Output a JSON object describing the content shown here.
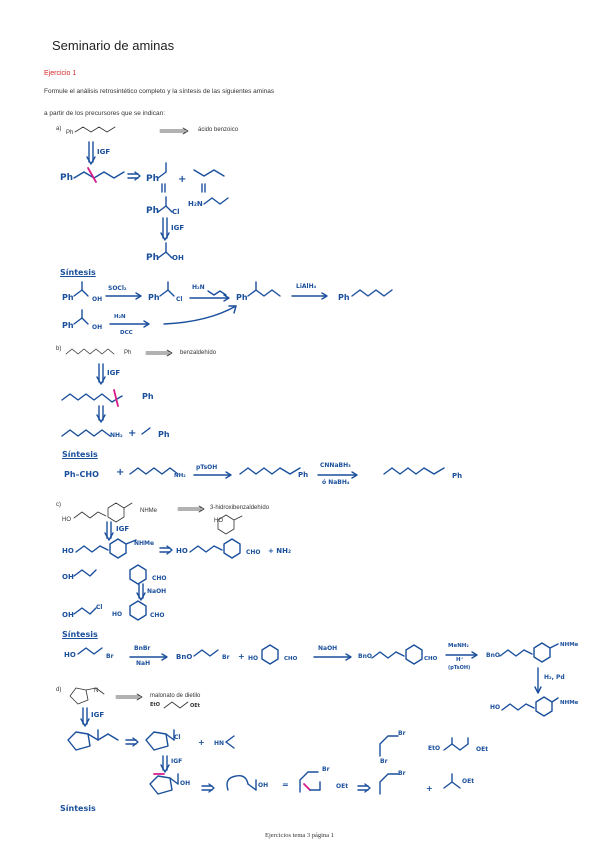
{
  "title": "Seminario de aminas",
  "exercise_heading": "Ejercicio 1",
  "intro_line1": "Formule el análisis retrosintético completo y la síntesis de las siguientes aminas",
  "intro_line2": "a partir de los precursores que se indican:",
  "problems": {
    "a": {
      "label": "a)",
      "precursor": "ácido benzoico"
    },
    "b": {
      "label": "b)",
      "precursor": "benzaldehído"
    },
    "c": {
      "label": "c)",
      "precursor": "3-hidroxibenzaldehído"
    },
    "d": {
      "label": "d)",
      "precursor": "malonato de dietilo"
    }
  },
  "handwritten": {
    "igf": "IGF",
    "sintesis": "Síntesis",
    "ph": "Ph",
    "oh": "OH",
    "cl": "Cl",
    "h2n": "H₂N",
    "nh2": "NH₂",
    "nhme": "NHMe",
    "cho": "CHO",
    "br": "Br",
    "oet": "OEt",
    "eto": "EtO",
    "bno": "BnO",
    "ho": "HO",
    "hn": "HN",
    "socl2": "SOCl₂",
    "lialh4": "LiAlH₄",
    "dcc": "DCC",
    "ptsoh": "pTsOH",
    "nabh3cn": "CNNaBH₃",
    "o_nabh4": "ó NaBH₄",
    "bnbr": "BnBr",
    "nah": "NaH",
    "naoh": "NaOH",
    "menh2": "MeNH₂",
    "hplus": "H⁺",
    "ptsoh_paren": "(pTsOH)",
    "h2pd": "H₂, Pd",
    "ph_cho": "Ph–CHO",
    "plus": "+",
    "plus_nh2": "+ NH₂"
  },
  "printed_small": {
    "ph": "Ph",
    "ho": "HO",
    "nhme": "NHMe",
    "n": "N",
    "h": "H"
  },
  "footer": "Ejercicios tema 3 página 1",
  "colors": {
    "ink_blue": "#1a4f9c",
    "magenta": "#d81b8a",
    "heading_red": "#d42a2a"
  }
}
